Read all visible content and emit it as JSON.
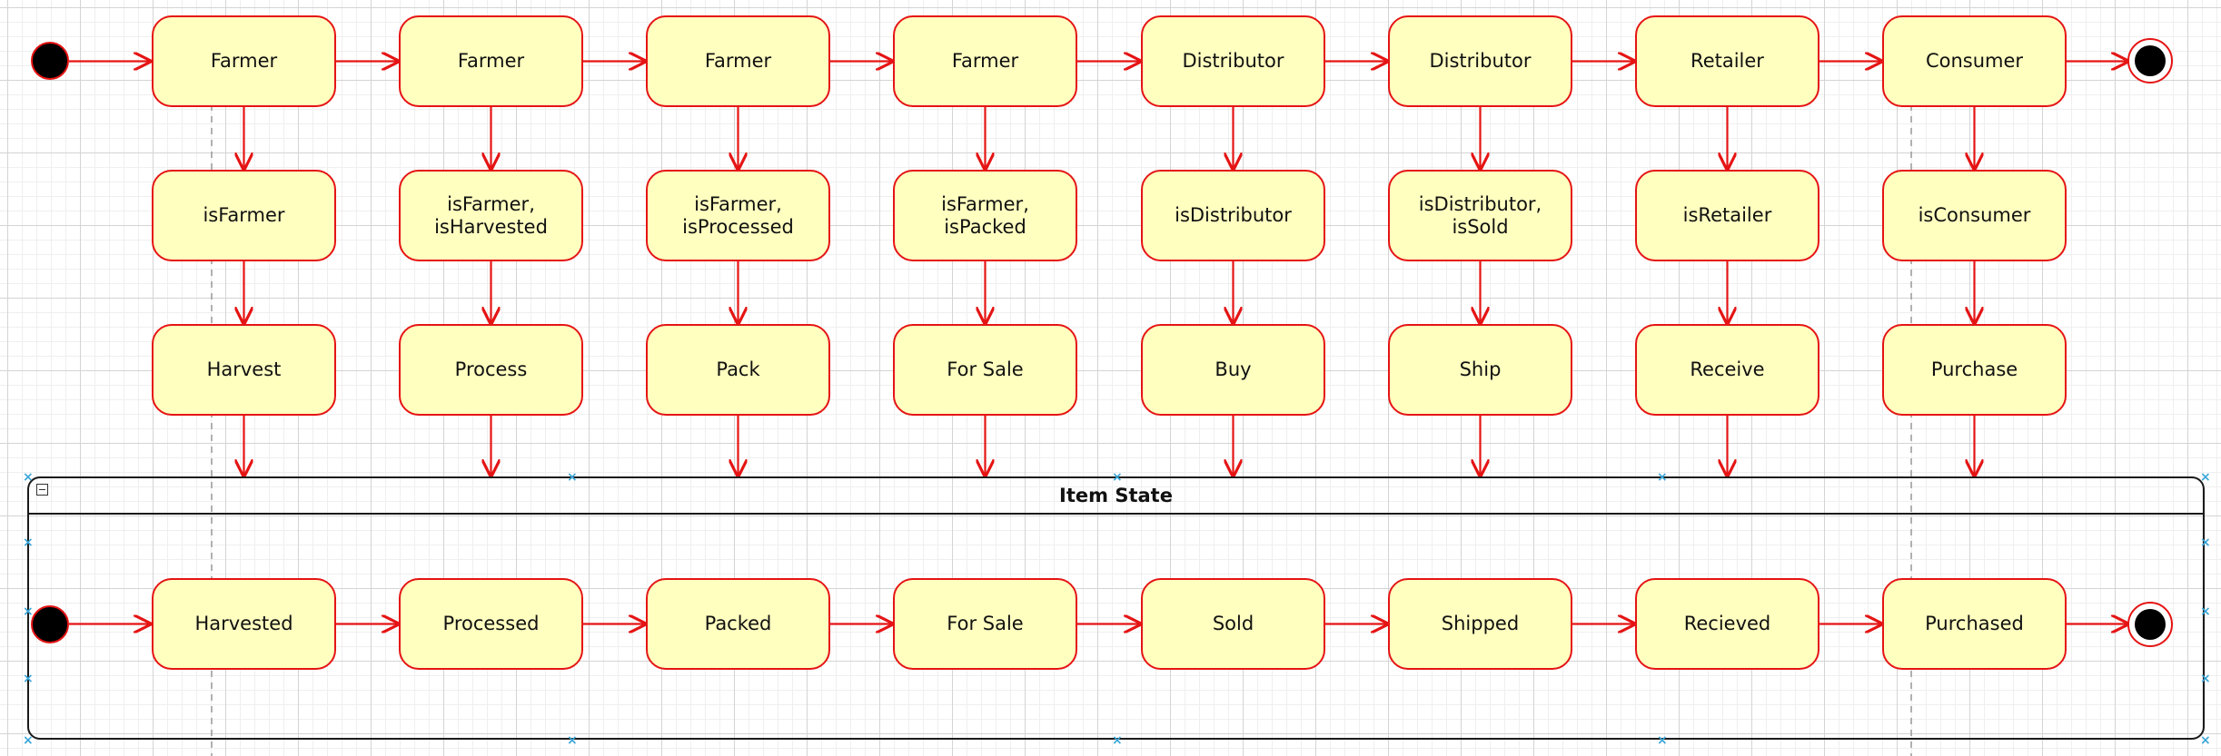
{
  "rows": {
    "actors": [
      "Farmer",
      "Farmer",
      "Farmer",
      "Farmer",
      "Distributor",
      "Distributor",
      "Retailer",
      "Consumer"
    ],
    "guards": [
      "isFarmer",
      "isFarmer,\nisHarvested",
      "isFarmer,\nisProcessed",
      "isFarmer,\nisPacked",
      "isDistributor",
      "isDistributor,\nisSold",
      "isRetailer",
      "isConsumer"
    ],
    "actions": [
      "Harvest",
      "Process",
      "Pack",
      "For Sale",
      "Buy",
      "Ship",
      "Receive",
      "Purchase"
    ]
  },
  "item_state": {
    "title": "Item State",
    "states": [
      "Harvested",
      "Processed",
      "Packed",
      "For Sale",
      "Sold",
      "Shipped",
      "Recieved",
      "Purchased"
    ]
  },
  "colors": {
    "state_fill": "#ffffc0",
    "state_border": "#e51414",
    "edge": "#e51414",
    "pool_border": "#1a1a1a",
    "handle": "#3aa6d8"
  },
  "icons": [
    "initial-node-icon",
    "final-node-icon",
    "collapse-icon",
    "selection-handle-icon"
  ]
}
